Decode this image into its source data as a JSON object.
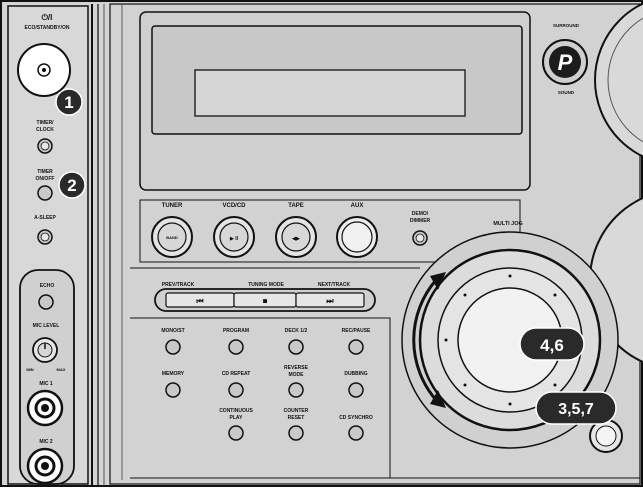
{
  "side_panel": {
    "power_label": "⏻/I",
    "eco_label": "ECO/STANDBY/ON",
    "timer_clock_label_1": "TIMER/",
    "timer_clock_label_2": "CLOCK",
    "timer_onoff_label_1": "TIMER",
    "timer_onoff_label_2": "ON/OFF",
    "sleep_label": "A-SLEEP",
    "echo_label": "ECHO",
    "mic_level_label": "MIC LEVEL",
    "mic_min": "MIN",
    "mic_max": "MAX",
    "mic1_label": "MIC 1",
    "mic2_label": "MIC 2"
  },
  "main_panel": {
    "surround_top": "SURROUND",
    "surround_bottom": "SOUND",
    "p_logo": "P",
    "tuner_label": "TUNER",
    "tuner_sub": "BAND",
    "vcd_label": "VCD/CD",
    "vcd_sub": "▶ II",
    "tape_label": "TAPE",
    "tape_sub": "◀▶",
    "aux_label": "AUX",
    "demo_label_1": "DEMO/",
    "demo_label_2": "DIMMER",
    "multijog_label": "MULTI JOG",
    "prev_label": "PREV/TRACK",
    "tuning_label": "TUNING MODE",
    "next_label": "NEXT/TRACK",
    "prev_icon": "⏮",
    "stop_icon": "■",
    "next_icon": "⏭",
    "mono_label": "MONO/ST",
    "program_label": "PROGRAM",
    "deck_label": "DECK 1/2",
    "recpause_label": "REC/PAUSE",
    "memory_label": "MEMORY",
    "cdrepeat_label": "CD REPEAT",
    "reverse_label_1": "REVERSE",
    "reverse_label_2": "MODE",
    "dubbing_label": "DUBBING",
    "continuous_label_1": "CONTINUOUS",
    "continuous_label_2": "PLAY",
    "counter_label_1": "COUNTER",
    "counter_label_2": "RESET",
    "cdsync_label": "CD SYNCHRO"
  },
  "callouts": {
    "c1": "1",
    "c2": "2",
    "c46": "4,6",
    "c357": "3,5,7"
  },
  "colors": {
    "callout_fill": "#2a2a2a",
    "panel": "#d4d4d4",
    "outline": "#111111"
  }
}
